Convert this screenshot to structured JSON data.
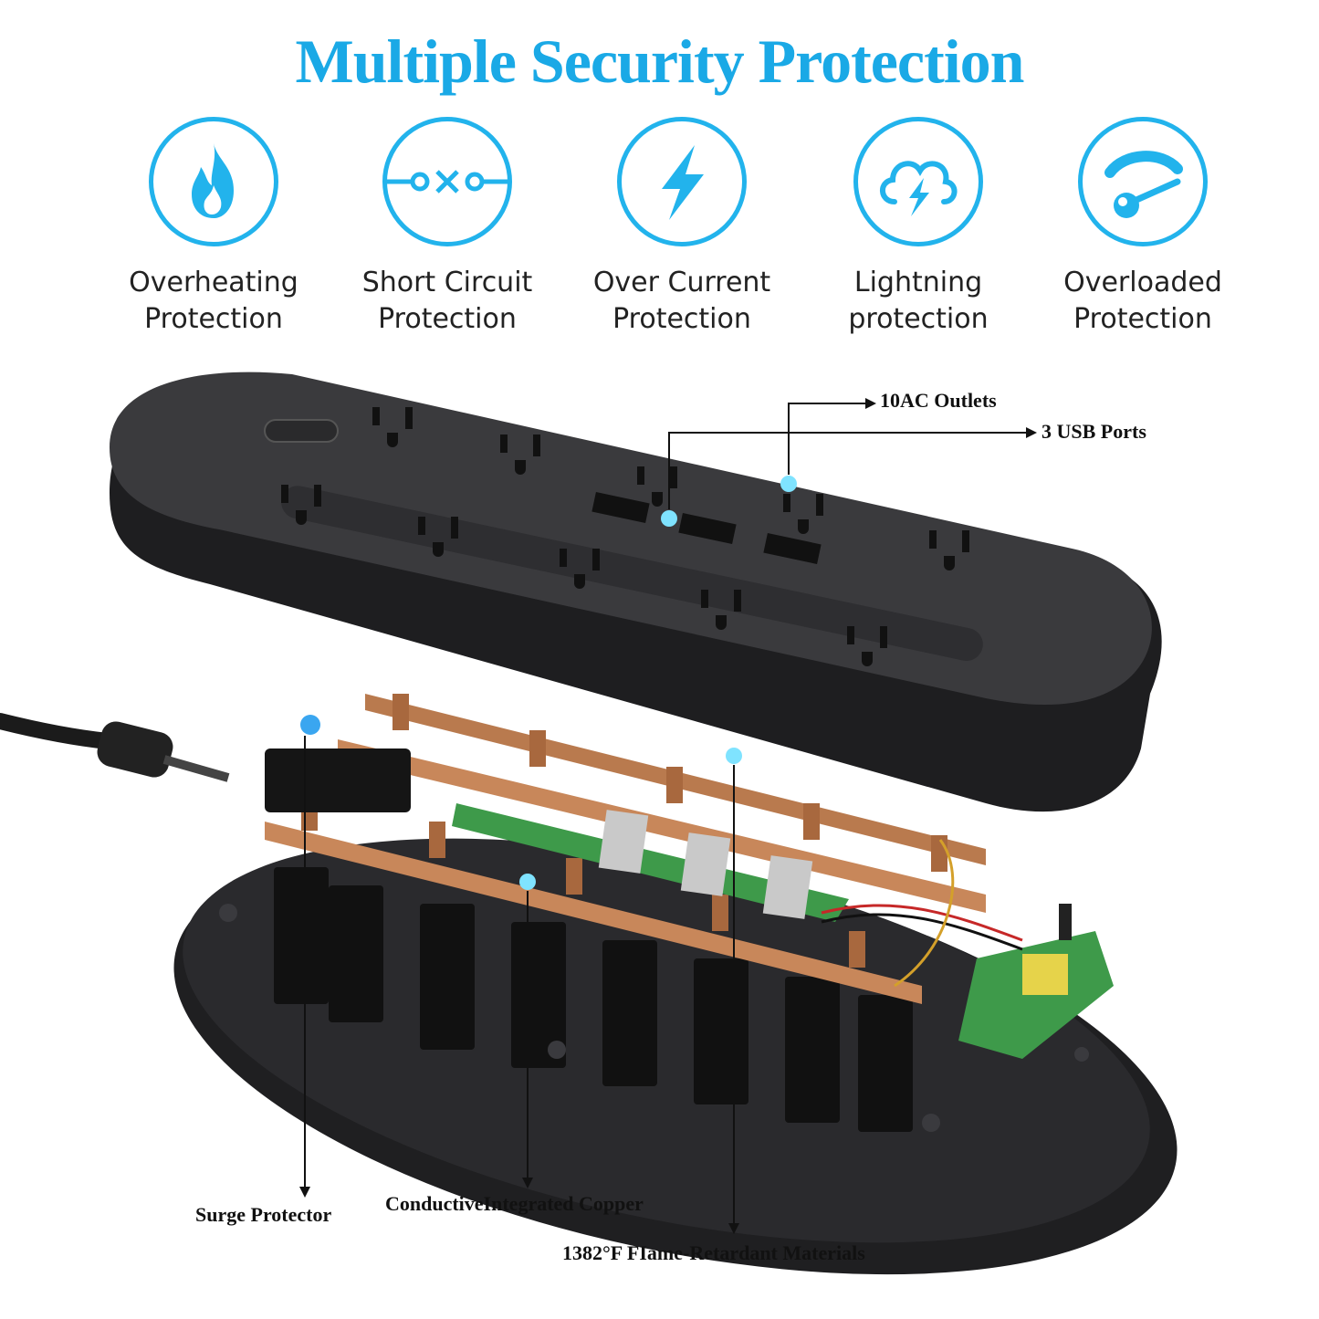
{
  "title": "Multiple Security Protection",
  "colors": {
    "accent": "#1aa9e6",
    "device": "#2a2a2c",
    "copper": "#c8875a",
    "pcb": "#3e9a4a"
  },
  "features": [
    {
      "icon": "flame-icon",
      "line1": "Overheating",
      "line2": "Protection"
    },
    {
      "icon": "short-circuit-icon",
      "line1": "Short Circuit",
      "line2": "Protection"
    },
    {
      "icon": "lightning-bolt-icon",
      "line1": "Over Current",
      "line2": "Protection"
    },
    {
      "icon": "storm-cloud-icon",
      "line1": "Lightning",
      "line2": "protection"
    },
    {
      "icon": "gauge-icon",
      "line1": "Overloaded",
      "line2": "Protection"
    }
  ],
  "callouts": {
    "outlets": "10AC Outlets",
    "usb": "3 USB Ports",
    "surge": "Surge Protector",
    "copper": "ConductiveIntegrated Copper",
    "flame": "1382°F FIame-Retardant Materials"
  }
}
